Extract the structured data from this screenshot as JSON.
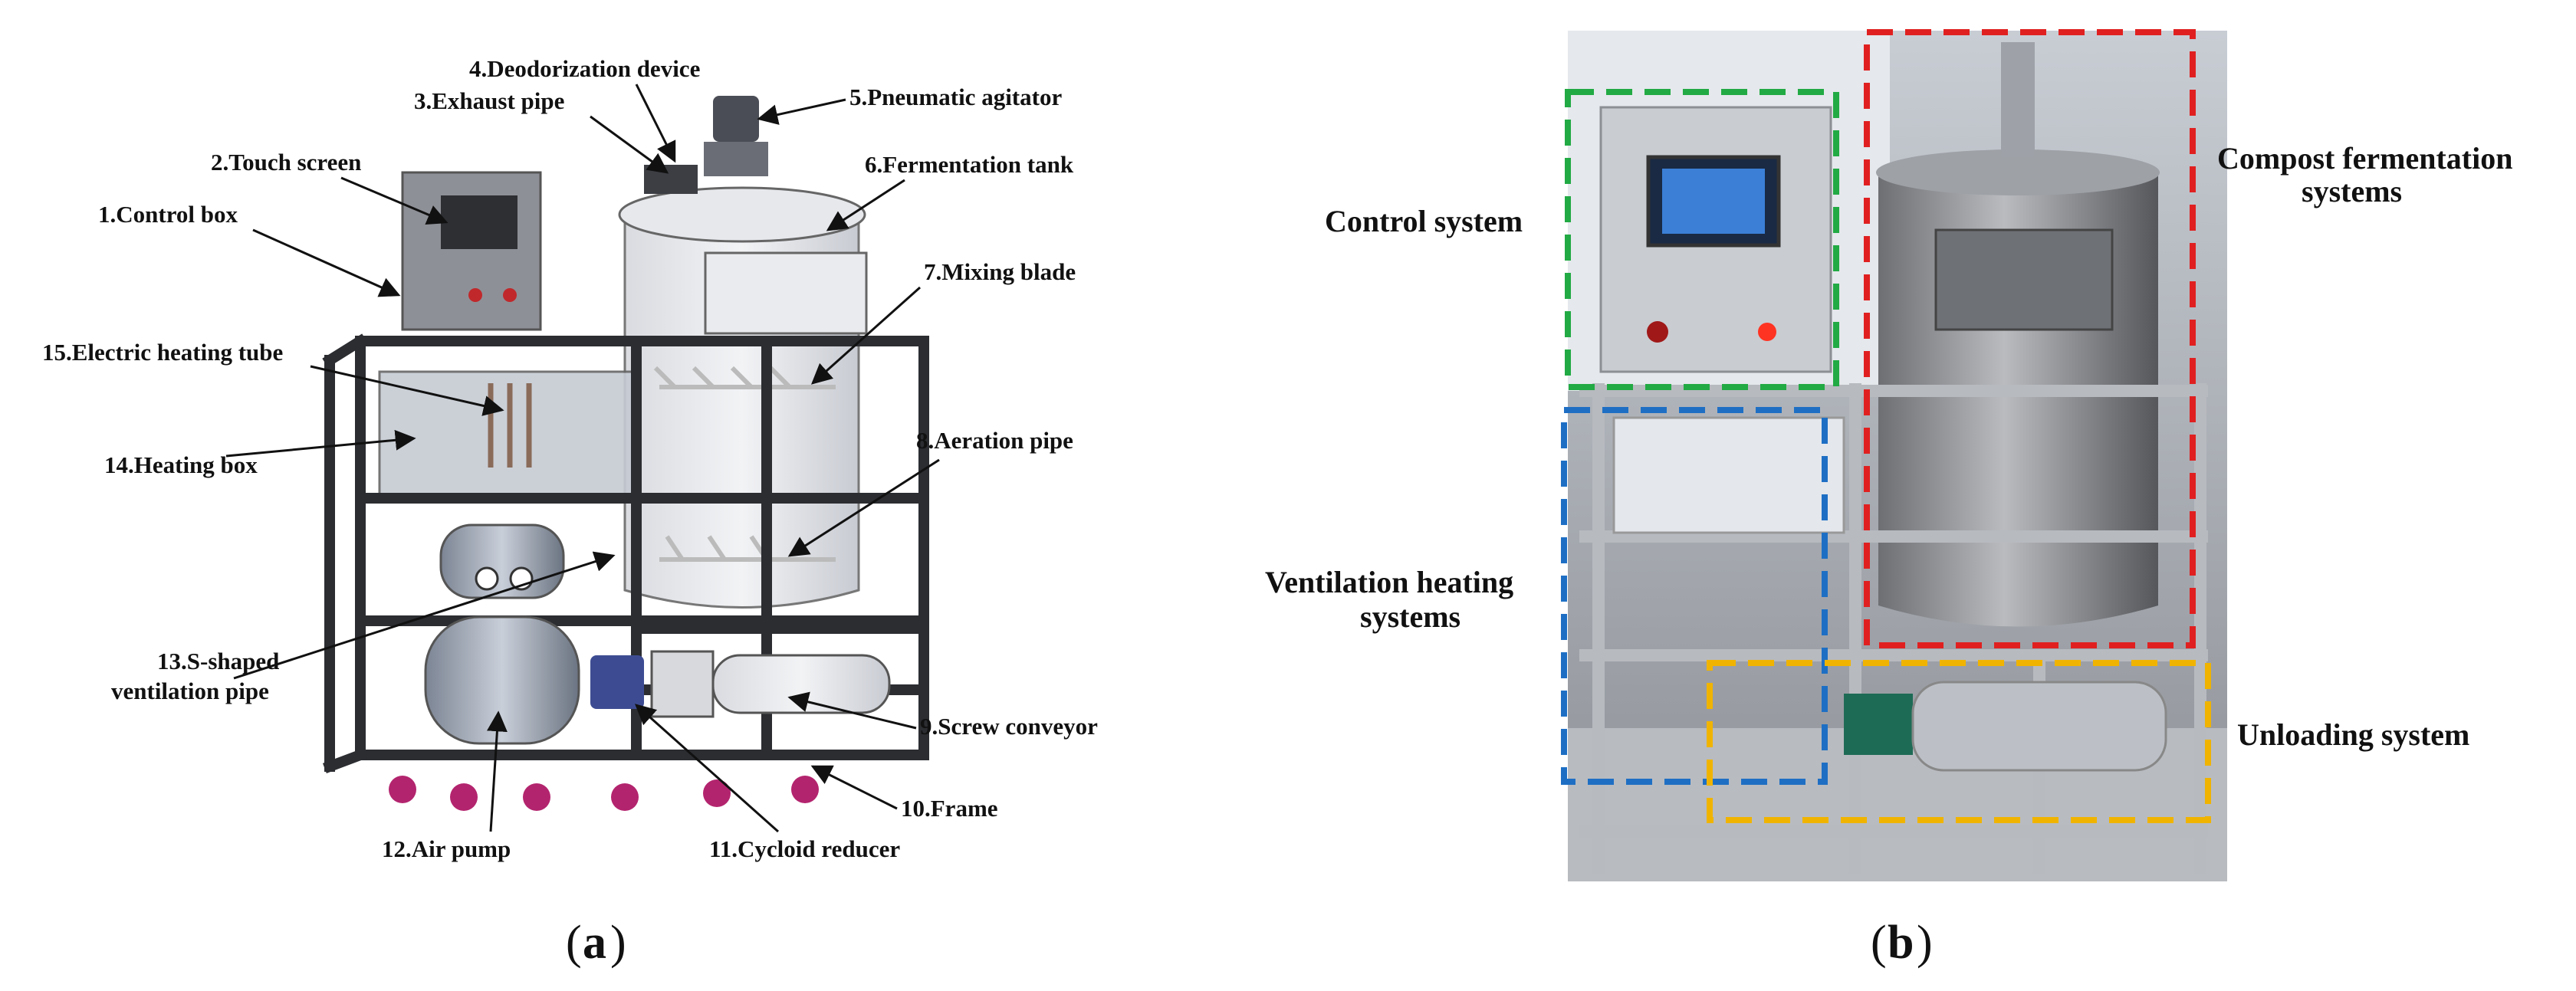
{
  "panel_a": {
    "caption_open": "(",
    "caption_letter": "a",
    "caption_close": ")",
    "labels": {
      "l1": "1.Control box",
      "l2": "2.Touch screen",
      "l3": "3.Exhaust pipe",
      "l4": "4.Deodorization device",
      "l5": "5.Pneumatic agitator",
      "l6": "6.Fermentation tank",
      "l7": "7.Mixing blade",
      "l8": "8.Aeration pipe",
      "l9": "9.Screw conveyor",
      "l10": "10.Frame",
      "l11": "11.Cycloid reducer",
      "l12": "12.Air pump",
      "l13a": "13.S-shaped",
      "l13b": "ventilation pipe",
      "l14": "14.Heating box",
      "l15": "15.Electric heating tube"
    }
  },
  "panel_b": {
    "caption_open": "(",
    "caption_letter": "b",
    "caption_close": ")",
    "labels": {
      "control": "Control system",
      "compost_1": "Compost fermentation",
      "compost_2": "systems",
      "vent_1": "Ventilation heating",
      "vent_2": "systems",
      "unloading": "Unloading system"
    },
    "box_colors": {
      "control": "#22aa44",
      "compost": "#e02020",
      "vent": "#1e6fc4",
      "unloading": "#f0b400"
    }
  }
}
